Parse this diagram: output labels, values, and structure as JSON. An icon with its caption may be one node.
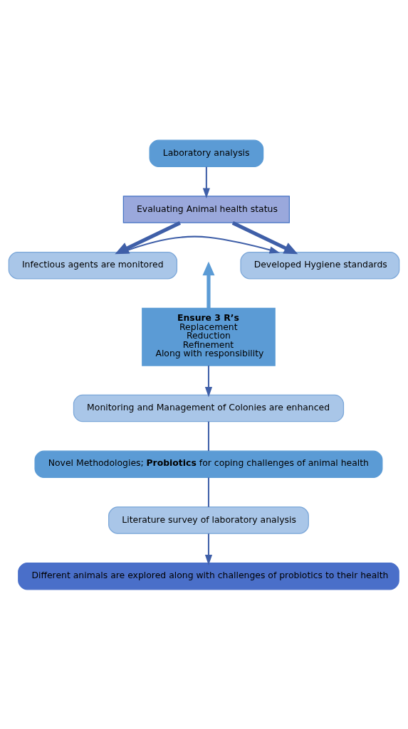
{
  "diagram": {
    "nodes": [
      {
        "text": [
          "Laboratory analysis"
        ]
      },
      {
        "text": [
          "Evaluating Animal health status"
        ]
      },
      {
        "text": [
          "Infectious agents are monitored"
        ]
      },
      {
        "text": [
          "Developed Hygiene standards"
        ]
      },
      {
        "text": [
          "Ensure 3 R’s",
          "Replacement",
          "Reduction",
          "Refinement",
          "Along with responsibility"
        ]
      },
      {
        "text": [
          "Monitoring and Management of Colonies are enhanced"
        ]
      },
      {
        "text": [
          "Novel Methodologies; **Probiotics** for coping challenges of animal health"
        ]
      },
      {
        "text": [
          "Literature survey of laboratory analysis"
        ]
      },
      {
        "text": [
          "Different animals are explored along with challenges of probiotics to their health"
        ]
      }
    ],
    "edges": [
      {
        "from": 0,
        "to": 1,
        "arrow": "to"
      },
      {
        "from": 1,
        "to": 2,
        "arrow": "to",
        "style": "thick"
      },
      {
        "from": 1,
        "to": 3,
        "arrow": "to",
        "style": "thick"
      },
      {
        "from": 2,
        "to": 3,
        "arrow": "to"
      },
      {
        "from": 4,
        "to": null,
        "arrow": "to",
        "style": "thick",
        "color": "#5b9bd5"
      },
      {
        "from": 4,
        "to": 5,
        "arrow": "to"
      },
      {
        "from": 5,
        "to": 6,
        "arrow": "none"
      },
      {
        "from": 6,
        "to": 7,
        "arrow": "none"
      },
      {
        "from": 7,
        "to": 8,
        "arrow": "to"
      }
    ]
  }
}
